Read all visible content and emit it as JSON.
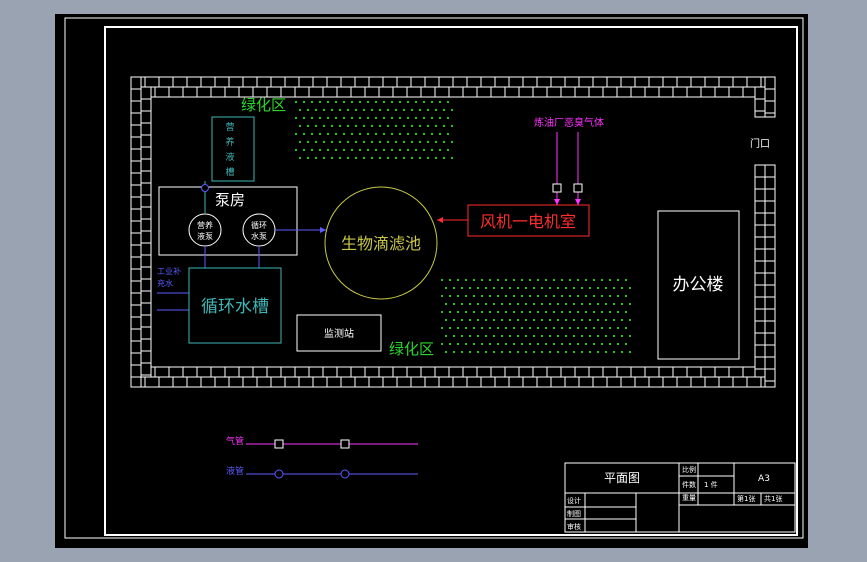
{
  "colors": {
    "background": "#000000",
    "frame": "#ffffff",
    "green_zone": "#2bd62b",
    "gas_pipe": "#ff33ff",
    "liquid_pipe": "#5b5bff",
    "cyan": "#3fb6b6",
    "biofilter": "#c8c84a",
    "fan_room": "#ff2d2d"
  },
  "labels": {
    "green_zone_top": "绿化区",
    "green_zone_bottom": "绿化区",
    "nutrient_tank": [
      "营",
      "养",
      "液",
      "槽"
    ],
    "pump_room": "泵房",
    "nutrient_pump": [
      "营养",
      "液泵"
    ],
    "circulation_pump": [
      "循环",
      "水泵"
    ],
    "industrial_water": [
      "工业补",
      "充水"
    ],
    "circulation_tank": "循环水槽",
    "monitoring_station": "监测站",
    "biofilter": "生物滴滤池",
    "fan_room": "风机一电机室",
    "odor_gas": "炼油厂恶臭气体",
    "gate": "门口",
    "office": "办公楼"
  },
  "legend": {
    "gas_pipe": "气管",
    "liquid_pipe": "液管"
  },
  "title_block": {
    "drawing_name": "平面图",
    "scale_label": "比例",
    "count_label": "件数",
    "count_value": "1 件",
    "weight_label": "重量",
    "sheet_size": "A3",
    "design_label": "设计",
    "drafting_label": "制图",
    "review_label": "审核",
    "sheet_label": "第1张",
    "total_label": "共1张"
  }
}
